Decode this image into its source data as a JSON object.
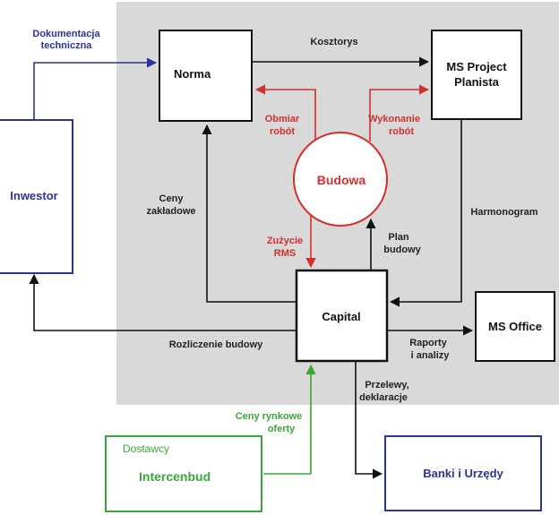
{
  "nodes": {
    "norma": "Norma",
    "ms_project_1": "MS Project",
    "ms_project_2": "Planista",
    "budowa": "Budowa",
    "capital": "Capital",
    "ms_office": "MS Office",
    "investor": "Inwestor",
    "dostawcy": "Dostawcy",
    "intercenbud": "Intercenbud",
    "banki": "Banki i Urzędy"
  },
  "edges": {
    "dokumentacja_1": "Dokumentacja",
    "dokumentacja_2": "techniczna",
    "kosztorys": "Kosztorys",
    "obmiar_1": "Obmiar",
    "obmiar_2": "robót",
    "wykonanie_1": "Wykonanie",
    "wykonanie_2": "robót",
    "ceny_zakl_1": "Ceny",
    "ceny_zakl_2": "zakładowe",
    "harmonogram": "Harmonogram",
    "zuzycie_1": "Zużycie",
    "zuzycie_2": "RMS",
    "plan_1": "Plan",
    "plan_2": "budowy",
    "rozliczenie": "Rozliczenie budowy",
    "raporty_1": "Raporty",
    "raporty_2": "i analizy",
    "przelewy_1": "Przelewy,",
    "przelewy_2": "deklaracje",
    "ceny_rynkowe_1": "Ceny rynkowe",
    "ceny_rynkowe_2": "oferty"
  },
  "colors": {
    "background_panel": "#d9d9d9",
    "black": "#111111",
    "red": "#d0312d",
    "blue": "#2c3494",
    "green": "#3aa53a"
  }
}
